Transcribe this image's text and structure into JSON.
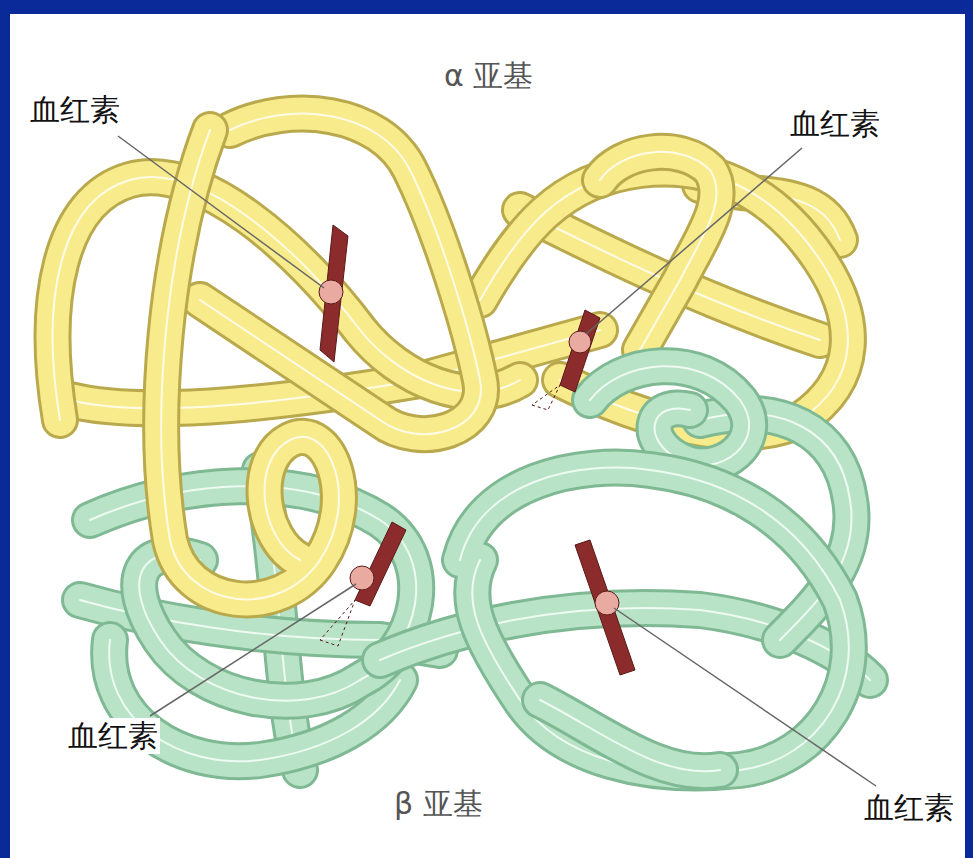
{
  "diagram": {
    "labels": [
      "α 亚基",
      "血红素",
      "血红素",
      "血红素",
      "β 亚基",
      "血红素"
    ]
  }
}
